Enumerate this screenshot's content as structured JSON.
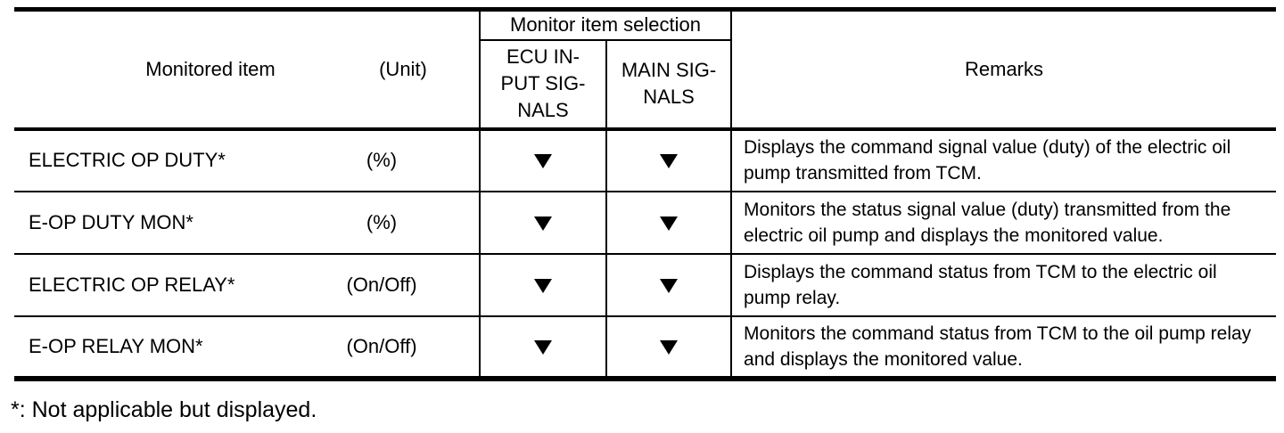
{
  "colors": {
    "border": "#000000",
    "text": "#000000",
    "background": "#ffffff"
  },
  "table": {
    "header": {
      "monitored_item": "Monitored item",
      "unit": "(Unit)",
      "monitor_item_selection": "Monitor item selection",
      "ecu_input_signals": "ECU IN-\nPUT SIG-\nNALS",
      "main_signals": "MAIN SIG-\nNALS",
      "remarks": "Remarks"
    },
    "selection_marker": "▼",
    "rows": [
      {
        "item": "ELECTRIC OP DUTY*",
        "unit": "(%)",
        "ecu_input_selected": true,
        "main_selected": true,
        "remarks": "Displays the command signal value (duty) of the electric oil pump transmitted from TCM."
      },
      {
        "item": "E-OP DUTY MON*",
        "unit": "(%)",
        "ecu_input_selected": true,
        "main_selected": true,
        "remarks": "Monitors the status signal value (duty) transmitted from the electric oil pump and displays the monitored value."
      },
      {
        "item": "ELECTRIC OP RELAY*",
        "unit": "(On/Off)",
        "ecu_input_selected": true,
        "main_selected": true,
        "remarks": "Displays the command status from TCM to the electric oil pump relay."
      },
      {
        "item": "E-OP RELAY MON*",
        "unit": "(On/Off)",
        "ecu_input_selected": true,
        "main_selected": true,
        "remarks": "Monitors the command status from TCM to the oil pump relay and displays the monitored value."
      }
    ],
    "footnote": "*: Not applicable but displayed."
  }
}
